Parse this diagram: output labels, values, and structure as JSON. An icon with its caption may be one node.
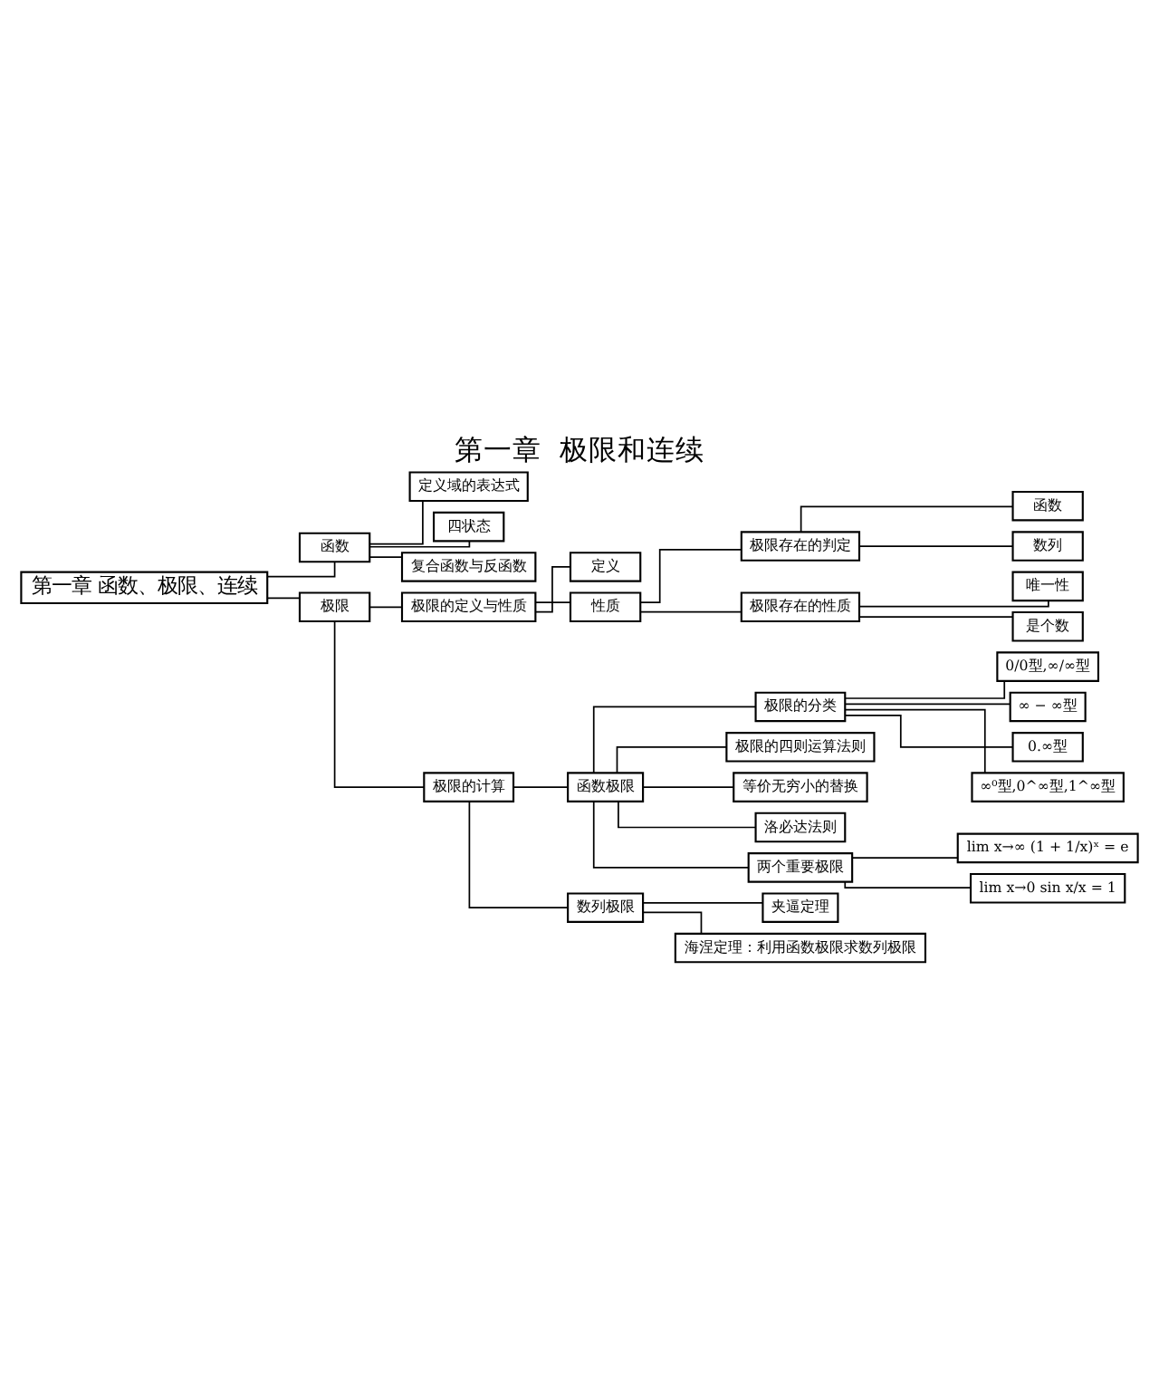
{
  "diagram": {
    "title": "第一章  极限和连续",
    "nodes": [
      {
        "text": [
          "第一章 函数、极限、连续"
        ]
      },
      {
        "text": [
          "函数"
        ]
      },
      {
        "text": [
          "定义域的表达式"
        ]
      },
      {
        "text": [
          "四状态"
        ]
      },
      {
        "text": [
          "复合函数与反函数"
        ]
      },
      {
        "text": [
          "极限"
        ]
      },
      {
        "text": [
          "极限的定义与性质"
        ]
      },
      {
        "text": [
          "定义"
        ]
      },
      {
        "text": [
          "性质"
        ]
      },
      {
        "text": [
          "极限存在的判定"
        ]
      },
      {
        "text": [
          "函数"
        ]
      },
      {
        "text": [
          "数列"
        ]
      },
      {
        "text": [
          "极限存在的性质"
        ]
      },
      {
        "text": [
          "唯一性"
        ]
      },
      {
        "text": [
          "是个数"
        ]
      },
      {
        "text": [
          "极限的计算"
        ]
      },
      {
        "text": [
          "函数极限"
        ]
      },
      {
        "text": [
          "极限的分类"
        ]
      },
      {
        "text": [
          "0/0型,∞/∞型"
        ]
      },
      {
        "text": [
          "∞ − ∞型"
        ]
      },
      {
        "text": [
          "0.∞型"
        ]
      },
      {
        "text": [
          "∞⁰型,0^∞型,1^∞型"
        ]
      },
      {
        "text": [
          "极限的四则运算法则"
        ]
      },
      {
        "text": [
          "等价无穷小的替换"
        ]
      },
      {
        "text": [
          "洛必达法则"
        ]
      },
      {
        "text": [
          "两个重要极限"
        ]
      },
      {
        "text": [
          "lim x→∞ (1 + 1/x)ˣ = e"
        ]
      },
      {
        "text": [
          "lim x→0 sin x/x = 1"
        ]
      },
      {
        "text": [
          "数列极限"
        ]
      },
      {
        "text": [
          "夹逼定理"
        ]
      },
      {
        "text": [
          "海涅定理：利用函数极限求数列极限"
        ]
      }
    ],
    "edges": [
      {
        "from": 0,
        "to": 1,
        "arrow": "none"
      },
      {
        "from": 1,
        "to": 2,
        "arrow": "none"
      },
      {
        "from": 1,
        "to": 3,
        "arrow": "none"
      },
      {
        "from": 1,
        "to": 4,
        "arrow": "none"
      },
      {
        "from": 0,
        "to": 5,
        "arrow": "none"
      },
      {
        "from": 5,
        "to": 6,
        "arrow": "none"
      },
      {
        "from": 6,
        "to": 7,
        "arrow": "none"
      },
      {
        "from": 6,
        "to": 8,
        "arrow": "none"
      },
      {
        "from": 8,
        "to": 9,
        "arrow": "none"
      },
      {
        "from": 9,
        "to": 10,
        "arrow": "none"
      },
      {
        "from": 9,
        "to": 11,
        "arrow": "none"
      },
      {
        "from": 8,
        "to": 12,
        "arrow": "none"
      },
      {
        "from": 12,
        "to": 13,
        "arrow": "none"
      },
      {
        "from": 12,
        "to": 14,
        "arrow": "none"
      },
      {
        "from": 5,
        "to": 15,
        "arrow": "none"
      },
      {
        "from": 15,
        "to": 16,
        "arrow": "none"
      },
      {
        "from": 16,
        "to": 17,
        "arrow": "none"
      },
      {
        "from": 17,
        "to": 18,
        "arrow": "none"
      },
      {
        "from": 17,
        "to": 19,
        "arrow": "none"
      },
      {
        "from": 17,
        "to": 20,
        "arrow": "none"
      },
      {
        "from": 17,
        "to": 21,
        "arrow": "none"
      },
      {
        "from": 16,
        "to": 22,
        "arrow": "none"
      },
      {
        "from": 16,
        "to": 23,
        "arrow": "none"
      },
      {
        "from": 16,
        "to": 24,
        "arrow": "none"
      },
      {
        "from": 16,
        "to": 25,
        "arrow": "none"
      },
      {
        "from": 25,
        "to": 26,
        "arrow": "none"
      },
      {
        "from": 25,
        "to": 27,
        "arrow": "none"
      },
      {
        "from": 15,
        "to": 28,
        "arrow": "none"
      },
      {
        "from": 28,
        "to": 29,
        "arrow": "none"
      },
      {
        "from": 28,
        "to": 30,
        "arrow": "none"
      }
    ]
  }
}
